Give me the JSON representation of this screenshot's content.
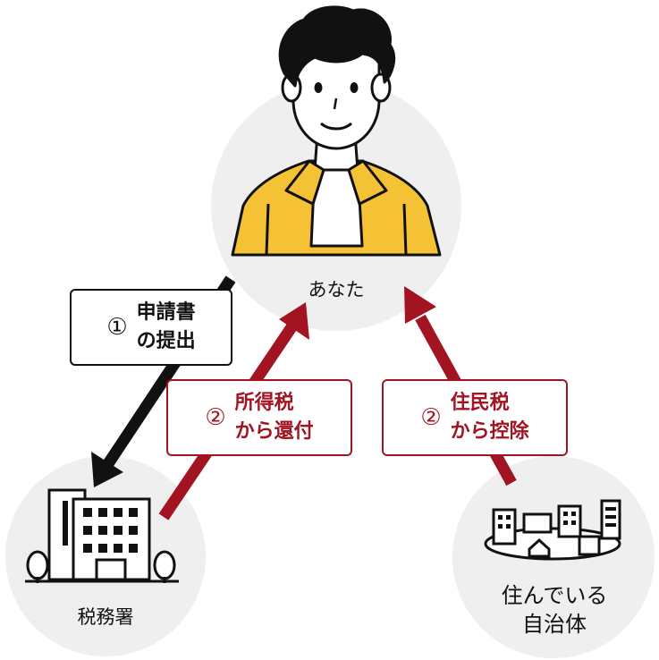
{
  "nodes": {
    "you": {
      "label": "あなた"
    },
    "tax_office": {
      "label": "税務署"
    },
    "municipality": {
      "label_line1": "住んでいる",
      "label_line2": "自治体"
    }
  },
  "steps": {
    "step1": {
      "number": "①",
      "line1": "申請書",
      "line2": "の提出"
    },
    "step2_income": {
      "number": "②",
      "line1": "所得税",
      "line2": "から還付"
    },
    "step2_resident": {
      "number": "②",
      "line1": "住民税",
      "line2": "から控除"
    }
  },
  "colors": {
    "black_arrow": "#111111",
    "red_arrow": "#a31422",
    "circle_bg": "#efefef",
    "shirt": "#f6c235"
  }
}
